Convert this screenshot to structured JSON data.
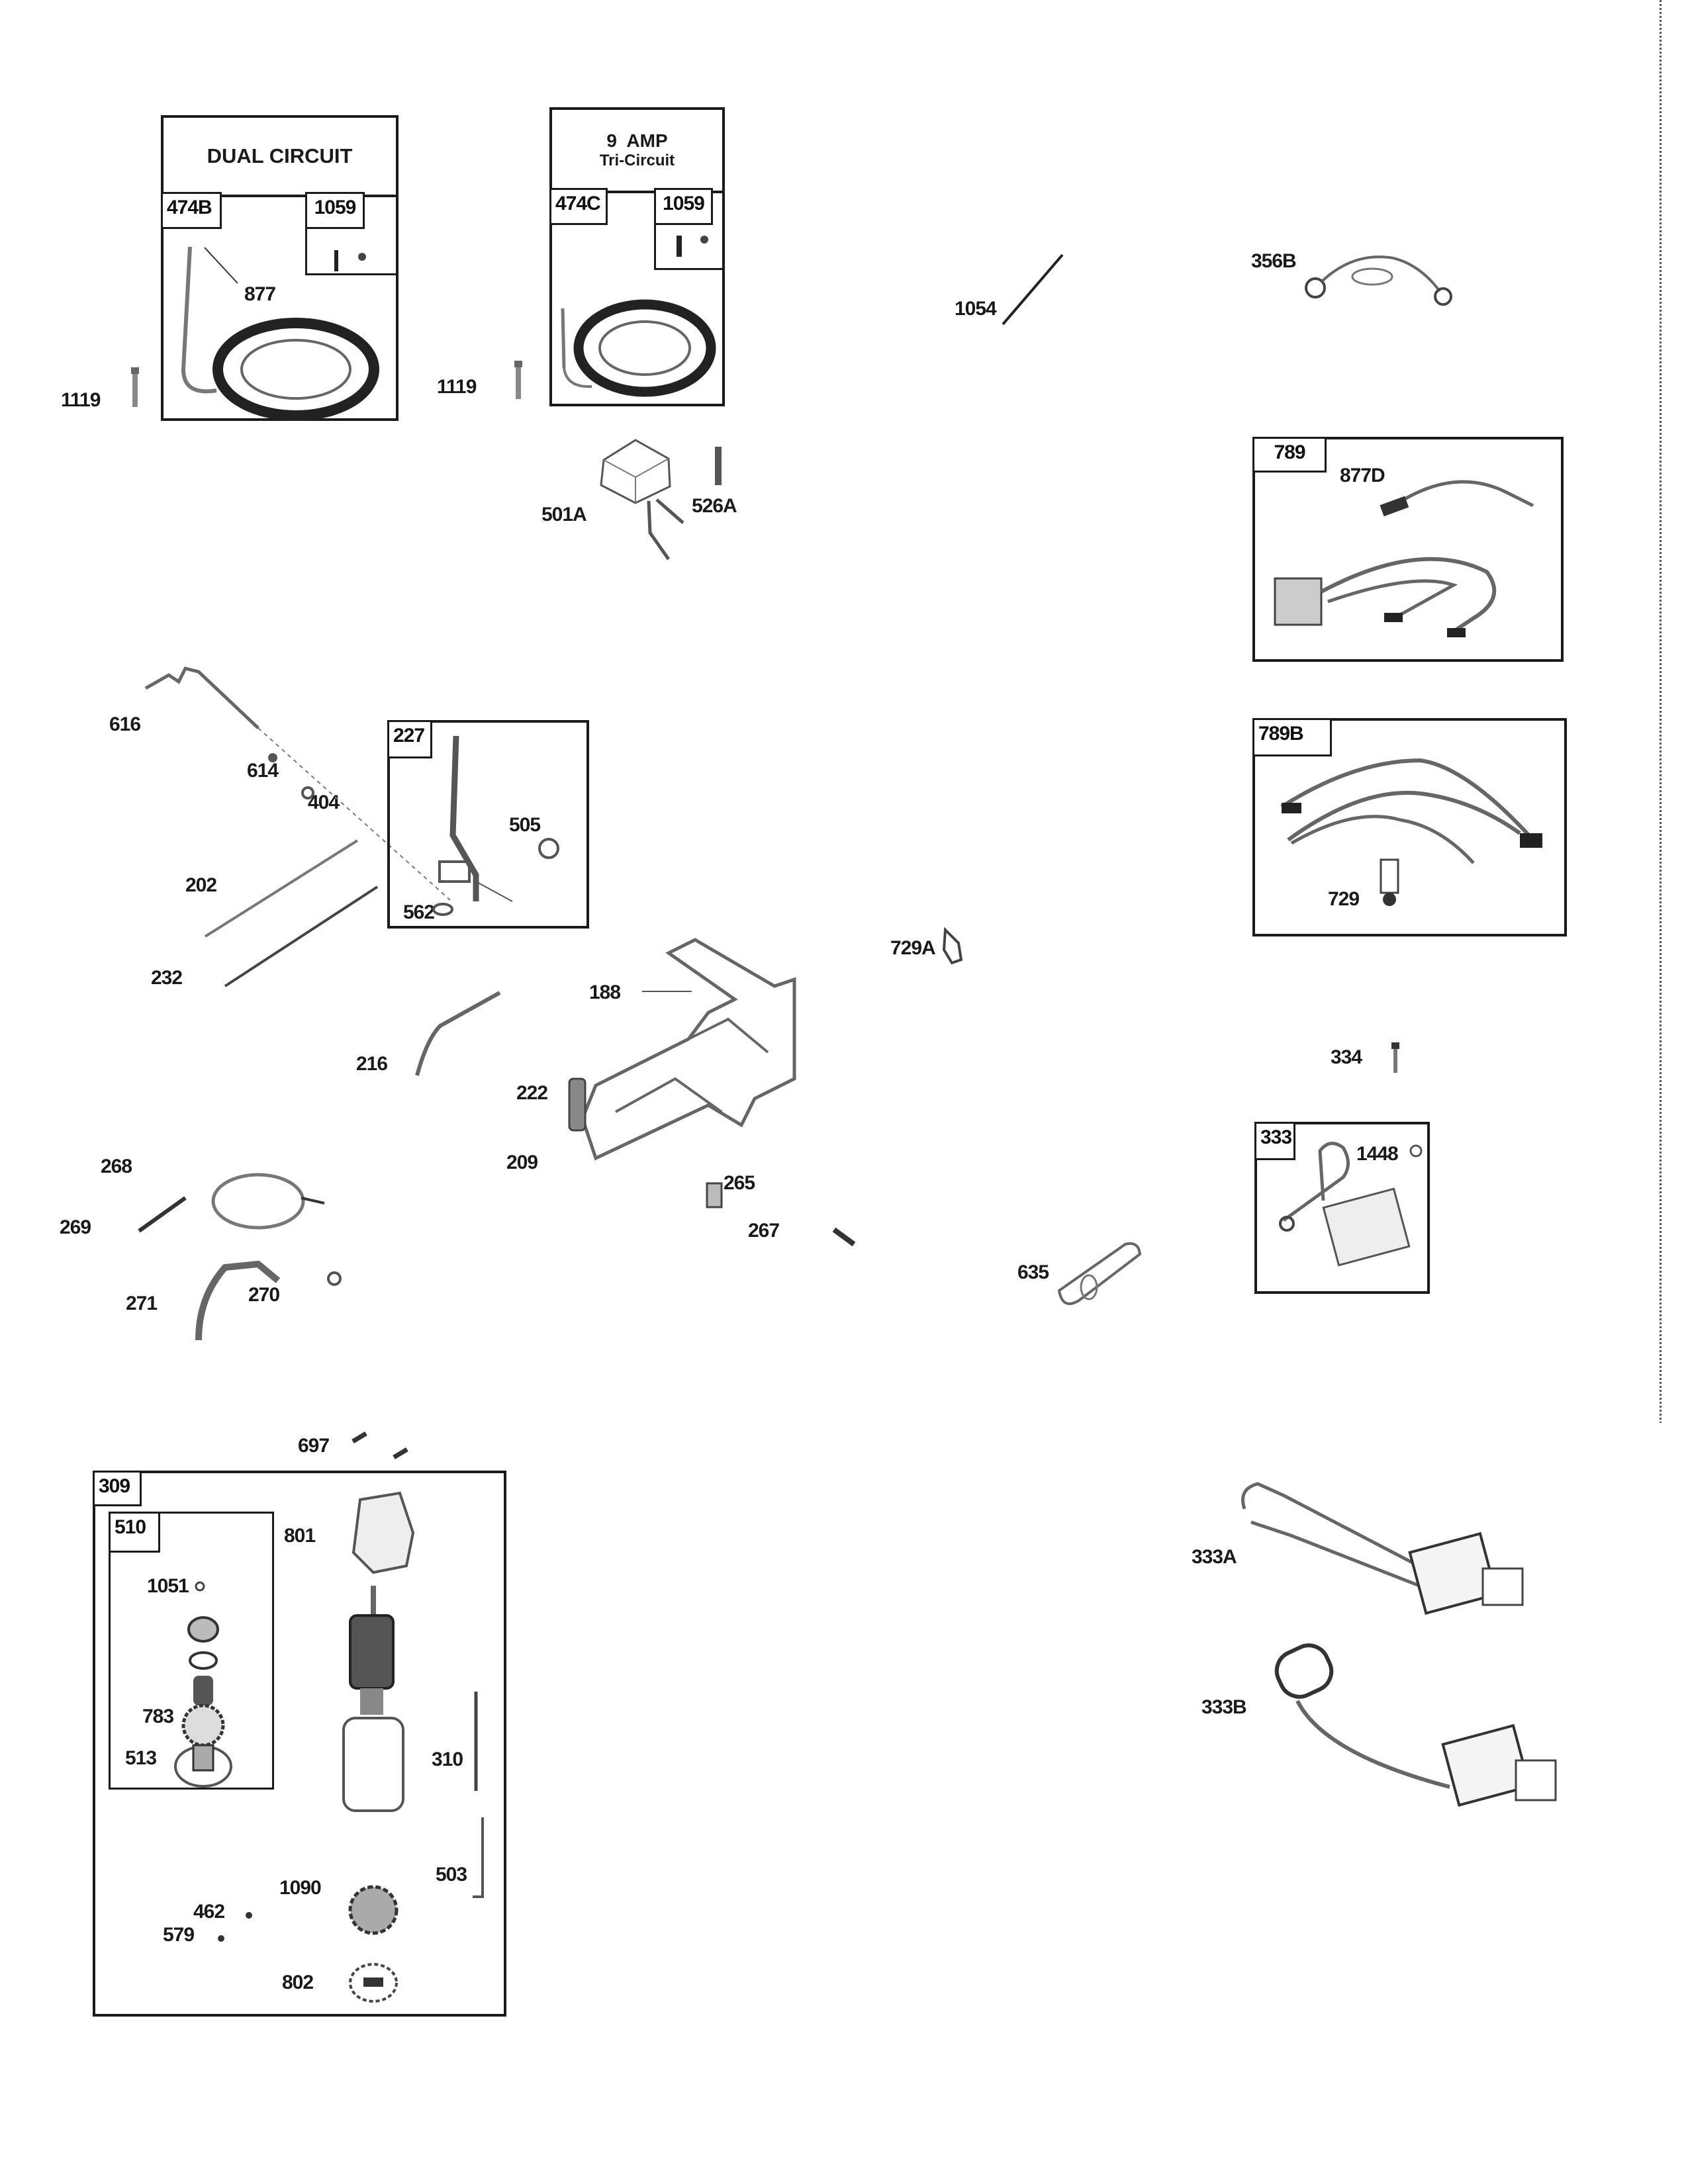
{
  "document": {
    "type": "exploded parts diagram",
    "subject": "engine electrical, starter and control parts"
  },
  "groups": {
    "dual_circuit": {
      "title": "DUAL CIRCUIT",
      "stator_label": "474B",
      "screw_kit_label": "1059",
      "lead_label": "877",
      "external_screw_label": "1119"
    },
    "tri_circuit": {
      "title_line1": "9  AMP",
      "title_line2": "Tri-Circuit",
      "stator_label": "474C",
      "screw_kit_label": "1059",
      "external_screw_label": "1119"
    },
    "regulator": {
      "regulator_label": "501A",
      "screw_label": "526A"
    },
    "tie_and_ground": {
      "tie_label": "1054",
      "ground_wire_label": "356B"
    },
    "harness_789": {
      "box_label": "789",
      "lead_label": "877D"
    },
    "harness_789b": {
      "box_label": "789B",
      "clip_label": "729"
    },
    "throttle": {
      "shaft_label": "616",
      "washer_label": "614",
      "nut_label": "404",
      "lever_box_label": "227",
      "nut2_label": "505",
      "screw_label": "562",
      "link_label": "202",
      "link2_label": "232"
    },
    "control_bracket": {
      "spring_link_label": "216",
      "bracket_label": "222",
      "screw_label": "188",
      "spring_label": "209",
      "clip_label": "265",
      "screw2_label": "267"
    },
    "choke": {
      "cable_label": "268",
      "cable_end_label": "269",
      "lever_label": "271",
      "nut_label": "270"
    },
    "misc": {
      "clip_label": "729A",
      "boot_label": "635",
      "screw_label": "334"
    },
    "armature_333": {
      "box_label": "333",
      "screw_label": "1448"
    },
    "armature_alt": {
      "a_label": "333A",
      "b_label": "333B"
    },
    "starter": {
      "screws_label": "697",
      "starter_box_label": "309",
      "drive_box_label": "510",
      "drive_parts": [
        "1051",
        "783",
        "513"
      ],
      "end_cap_label": "801",
      "housing_label": "310",
      "brush_label": "1090",
      "bolt_label": "503",
      "washer_labels": [
        "462",
        "579"
      ],
      "plate_label": "802"
    }
  }
}
